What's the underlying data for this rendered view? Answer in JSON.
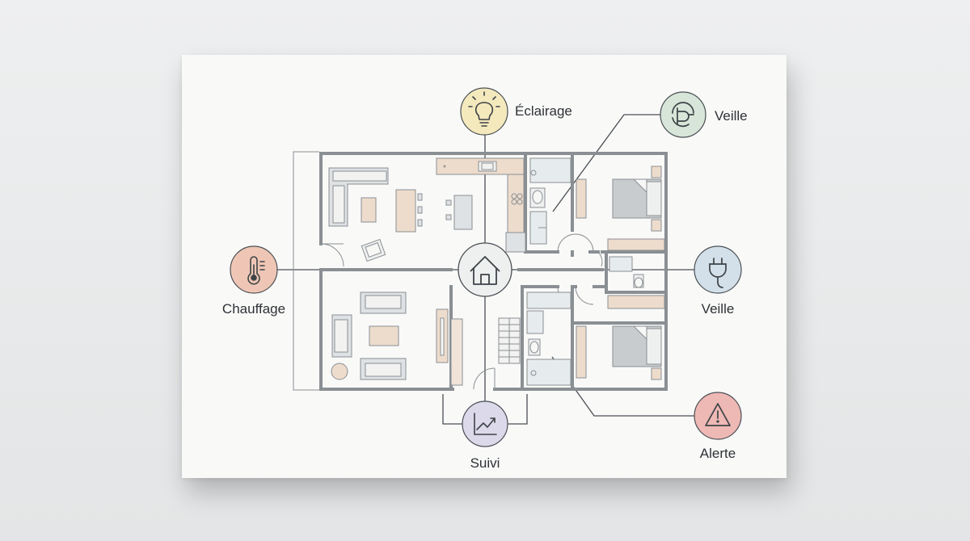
{
  "nodes": {
    "eclairage": {
      "label": "Éclairage",
      "icon": "lightbulb-icon",
      "color": "#f3e9bd"
    },
    "veille_top": {
      "label": "Veille",
      "icon": "plug-icon",
      "color": "#d7e6d9"
    },
    "chauffage": {
      "label": "Chauffage",
      "icon": "thermometer-icon",
      "color": "#efc6b5"
    },
    "veille_right": {
      "label": "Veille",
      "icon": "plug-icon",
      "color": "#d3e0e9"
    },
    "suivi": {
      "label": "Suivi",
      "icon": "chart-trend-icon",
      "color": "#dcd9ea"
    },
    "alerte": {
      "label": "Alerte",
      "icon": "warning-icon",
      "color": "#eeb8b4"
    },
    "hub": {
      "icon": "house-icon",
      "color": "#eeefef"
    }
  },
  "colors": {
    "wall": "#8a8f93",
    "line": "#4a4f54",
    "furniture_beige": "#eddccc",
    "furniture_grey": "#dfe2e4",
    "bed": "#c8cccf"
  }
}
